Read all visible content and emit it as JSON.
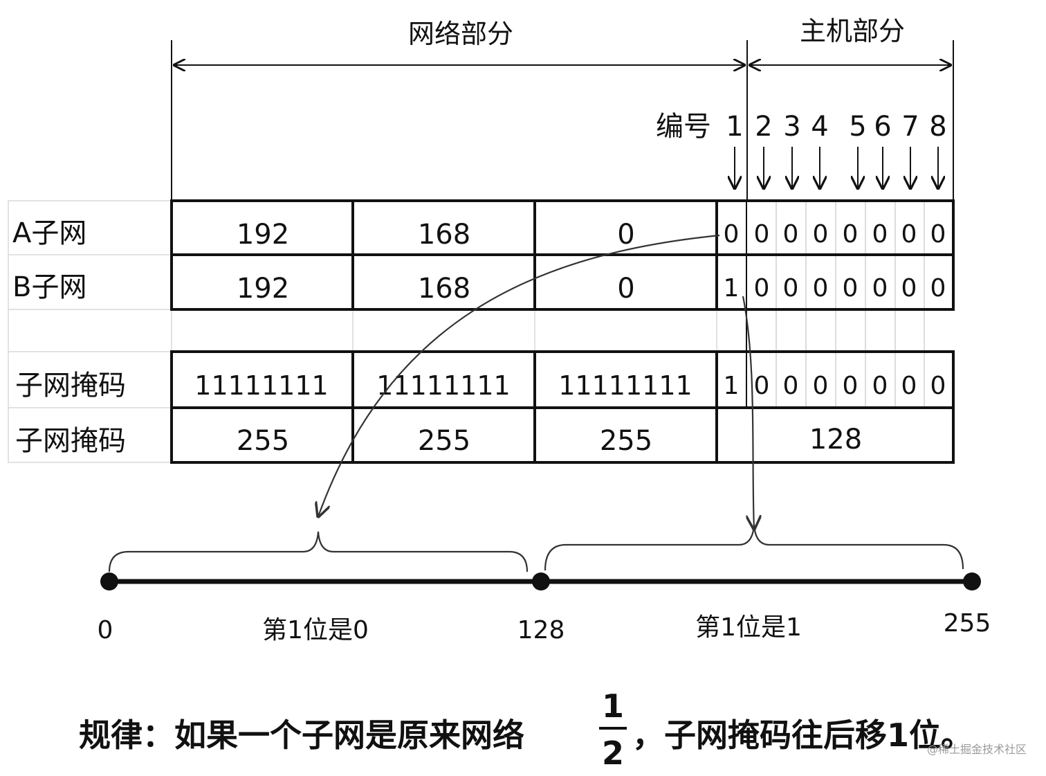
{
  "header": {
    "network_part": "网络部分",
    "host_part": "主机部分",
    "number_label": "编号",
    "bit_numbers": [
      "1",
      "2",
      "3",
      "4",
      "5",
      "6",
      "7",
      "8"
    ]
  },
  "rows": [
    {
      "label": "A子网",
      "octets": [
        "192",
        "168",
        "0"
      ],
      "bits": [
        "0",
        "0",
        "0",
        "0",
        "0",
        "0",
        "0",
        "0"
      ]
    },
    {
      "label": "B子网",
      "octets": [
        "192",
        "168",
        "0"
      ],
      "bits": [
        "1",
        "0",
        "0",
        "0",
        "0",
        "0",
        "0",
        "0"
      ]
    },
    {
      "label": "子网掩码",
      "octets": [
        "11111111",
        "11111111",
        "11111111"
      ],
      "bits": [
        "1",
        "0",
        "0",
        "0",
        "0",
        "0",
        "0",
        "0"
      ]
    },
    {
      "label": "子网掩码",
      "octets": [
        "255",
        "255",
        "255"
      ],
      "last": "128"
    }
  ],
  "number_line": {
    "ticks": [
      "0",
      "128",
      "255"
    ],
    "ranges": [
      "第1位是0",
      "第1位是1"
    ]
  },
  "rule": {
    "prefix": "规律：如果一个子网是原来网络",
    "fraction_numerator": "1",
    "fraction_denominator": "2",
    "suffix": "，子网掩码往后移1位。"
  },
  "watermark": "@稀土掘金技术社区"
}
